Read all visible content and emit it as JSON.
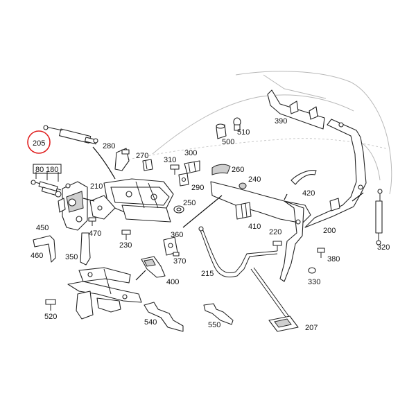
{
  "diagram": {
    "highlight": {
      "part": "205",
      "color": "#e02020"
    },
    "parts": [
      {
        "id": "p205",
        "number": "205"
      },
      {
        "id": "p280",
        "number": "280"
      },
      {
        "id": "p270",
        "number": "270"
      },
      {
        "id": "p300",
        "number": "300"
      },
      {
        "id": "p310",
        "number": "310"
      },
      {
        "id": "p290",
        "number": "290"
      },
      {
        "id": "p260",
        "number": "260"
      },
      {
        "id": "p240",
        "number": "240"
      },
      {
        "id": "p500",
        "number": "500"
      },
      {
        "id": "p510",
        "number": "510"
      },
      {
        "id": "p390",
        "number": "390"
      },
      {
        "id": "p80",
        "number": "80"
      },
      {
        "id": "p180",
        "number": "180"
      },
      {
        "id": "p210",
        "number": "210"
      },
      {
        "id": "p250",
        "number": "250"
      },
      {
        "id": "p420",
        "number": "420"
      },
      {
        "id": "p450",
        "number": "450"
      },
      {
        "id": "p470",
        "number": "470"
      },
      {
        "id": "p230",
        "number": "230"
      },
      {
        "id": "p410",
        "number": "410"
      },
      {
        "id": "p220",
        "number": "220"
      },
      {
        "id": "p200",
        "number": "200"
      },
      {
        "id": "p320",
        "number": "320"
      },
      {
        "id": "p460",
        "number": "460"
      },
      {
        "id": "p350",
        "number": "350"
      },
      {
        "id": "p360",
        "number": "360"
      },
      {
        "id": "p370",
        "number": "370"
      },
      {
        "id": "p380",
        "number": "380"
      },
      {
        "id": "p330",
        "number": "330"
      },
      {
        "id": "p400",
        "number": "400"
      },
      {
        "id": "p215",
        "number": "215"
      },
      {
        "id": "p520",
        "number": "520"
      },
      {
        "id": "p540",
        "number": "540"
      },
      {
        "id": "p550",
        "number": "550"
      },
      {
        "id": "p207",
        "number": "207"
      }
    ]
  }
}
